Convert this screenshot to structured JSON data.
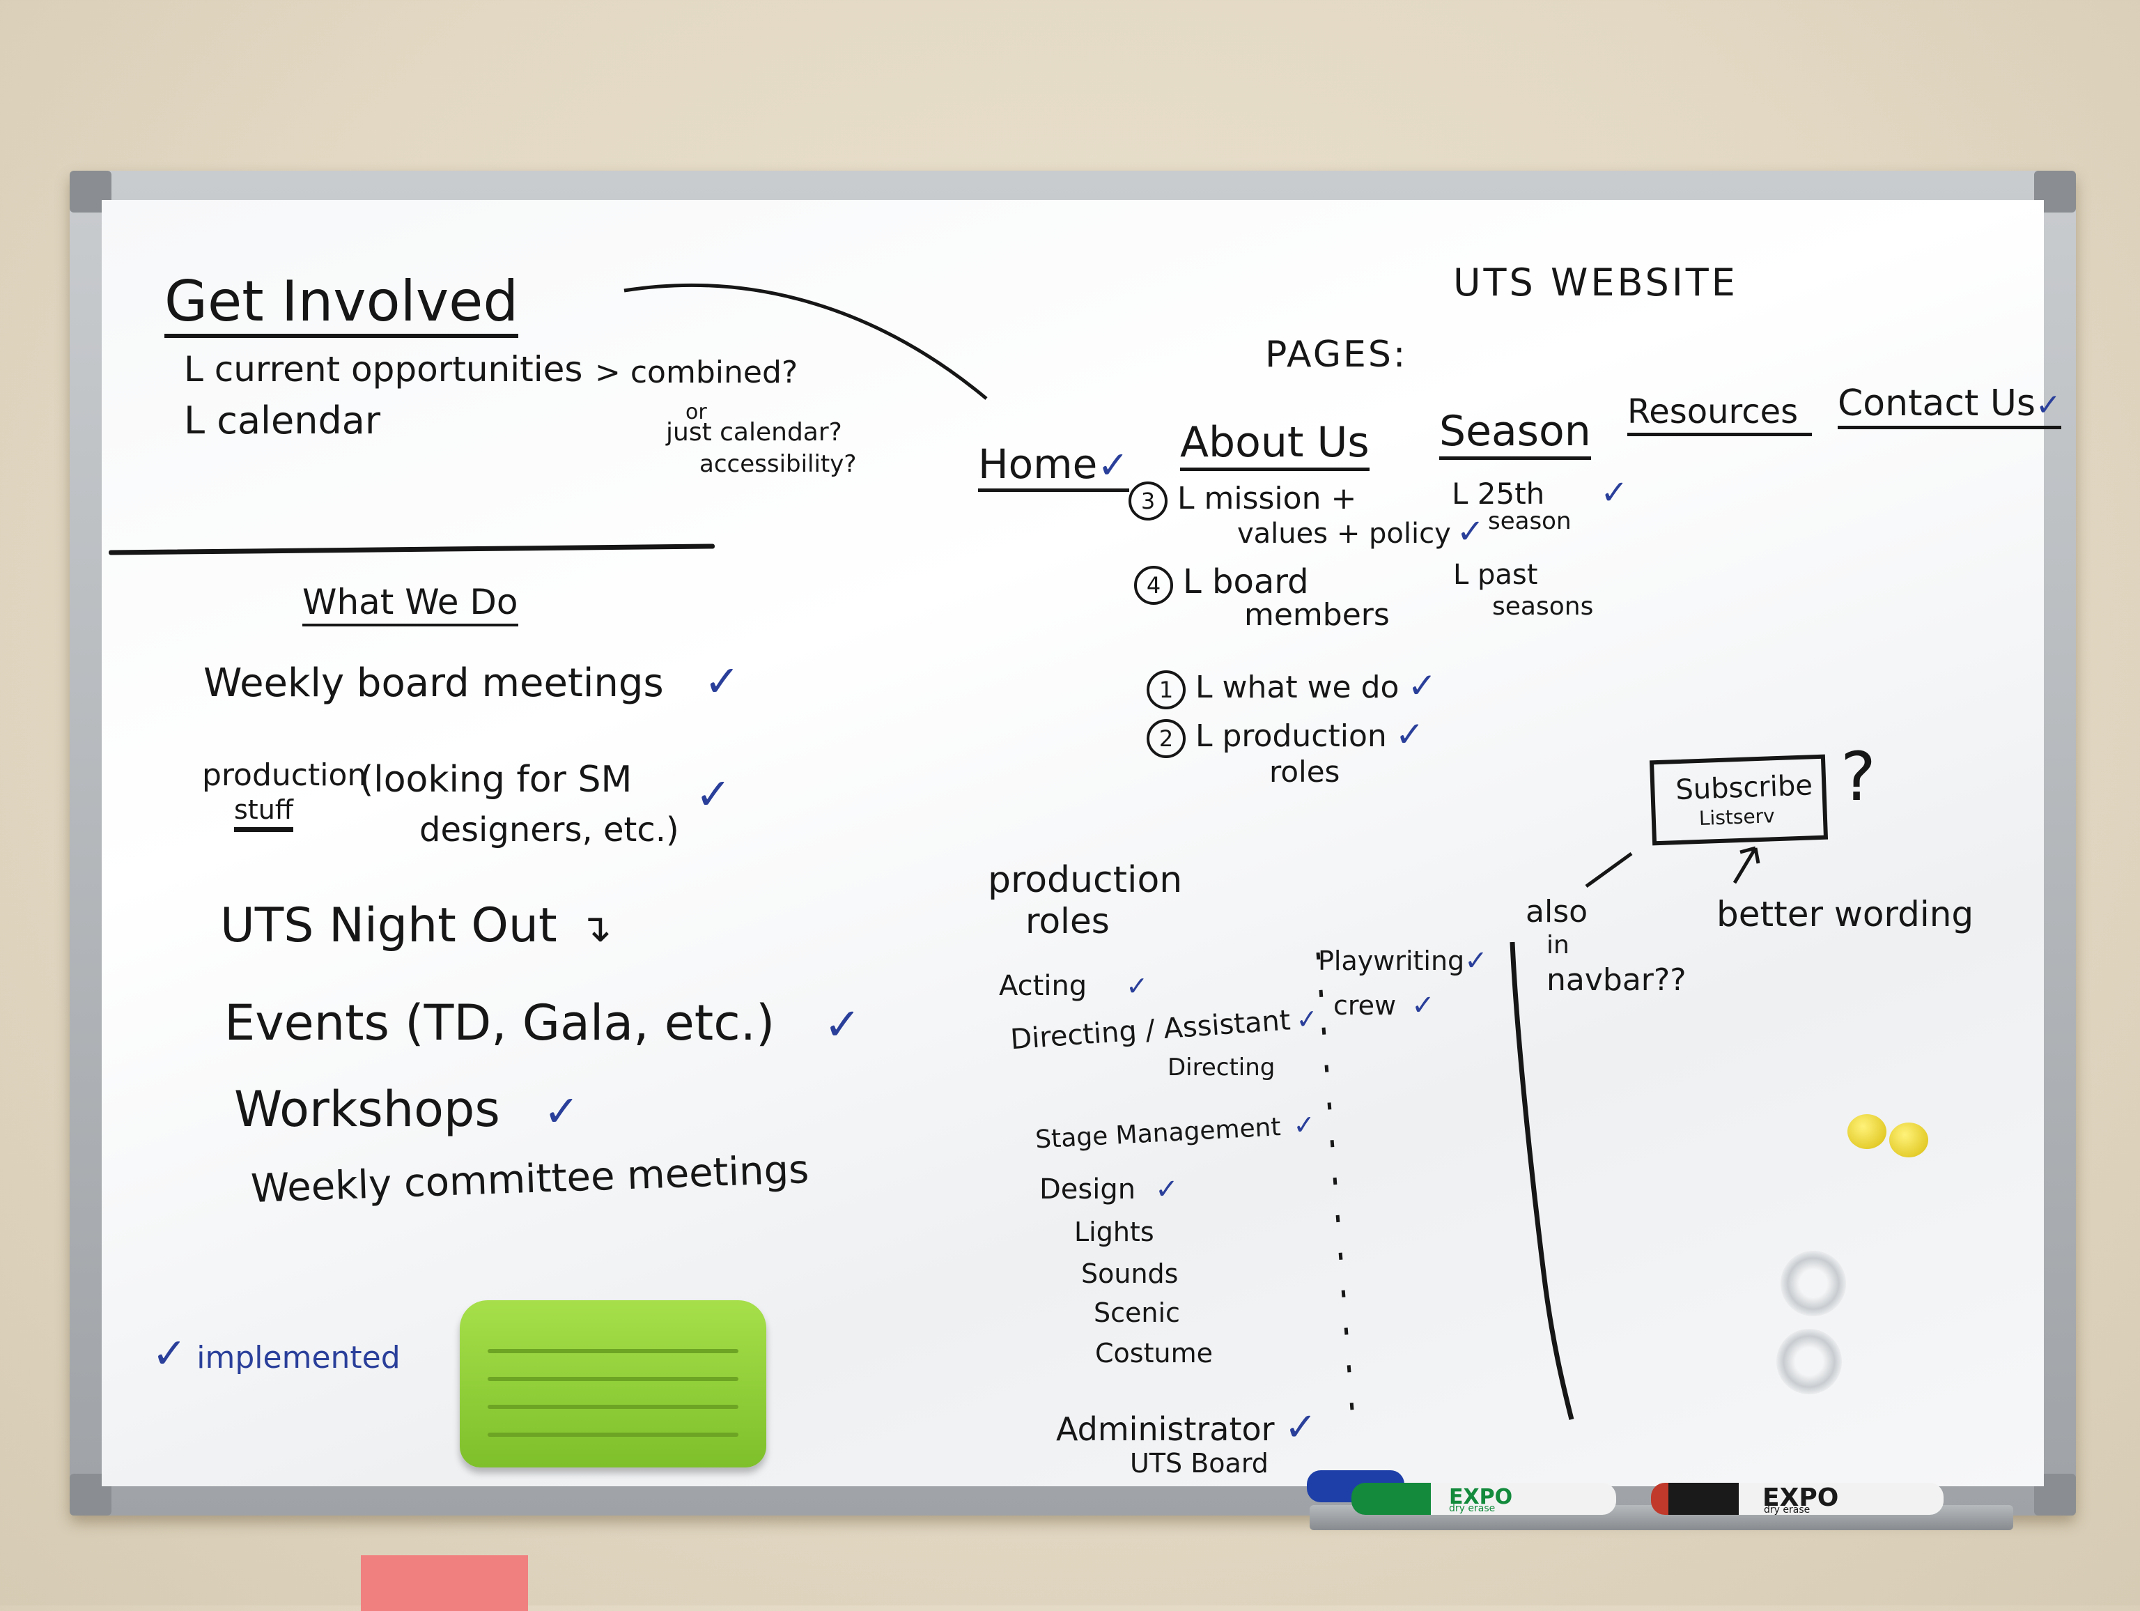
{
  "board": {
    "title": "UTS WEBSITE",
    "pages_label": "PAGES:",
    "get_involved": {
      "heading": "Get Involved",
      "items": [
        "L current opportunities",
        "L calendar"
      ],
      "note_combined": "> combined?",
      "note_or": "or",
      "note_just_calendar": "just calendar?",
      "note_accessibility": "accessibility?"
    },
    "what_we_do": {
      "heading": "What We Do",
      "items": [
        {
          "text": "Weekly board meetings",
          "check": "✓"
        },
        {
          "text": "production",
          "text2": "stuff",
          "detail": "(looking for SM",
          "detail2": "designers, etc.)",
          "check": "✓"
        },
        {
          "text": "UTS Night Out",
          "arrow": "↴"
        },
        {
          "text": "Events (TD, Gala, etc.)",
          "check": "✓"
        },
        {
          "text": "Workshops",
          "check": "✓"
        },
        {
          "text": "Weekly committee meetings"
        }
      ]
    },
    "pages": {
      "home": {
        "label": "Home",
        "check": "✓"
      },
      "about_us": {
        "label": "About Us",
        "items": [
          {
            "num": "3",
            "text": "L mission +",
            "text2": "values + policy",
            "check": "✓"
          },
          {
            "num": "4",
            "text": "L board",
            "text2": "members"
          },
          {
            "num": "1",
            "text": "L what we do",
            "check": "✓"
          },
          {
            "num": "2",
            "text": "L production",
            "text2": "roles",
            "check": "✓"
          }
        ]
      },
      "season": {
        "label": "Season",
        "items": [
          {
            "text": "L 25th",
            "text2": "season",
            "check": "✓"
          },
          {
            "text": "L past",
            "text2": "seasons"
          }
        ]
      },
      "resources": {
        "label": "Resources"
      },
      "contact_us": {
        "label": "Contact Us",
        "check": "✓"
      }
    },
    "subscribe": {
      "line1": "Subscribe",
      "line2": "Listserv",
      "question": "?",
      "better_wording": "better wording",
      "also_navbar_1": "also",
      "also_navbar_2": "in",
      "also_navbar_3": "navbar??"
    },
    "production_roles": {
      "heading_1": "production",
      "heading_2": "roles",
      "left": [
        {
          "text": "Acting",
          "check": "✓"
        },
        {
          "text": "Directing / Assistant",
          "text2": "Directing",
          "check": "✓"
        },
        {
          "text": "Stage Management",
          "check": "✓"
        },
        {
          "text": "Design",
          "check": "✓"
        },
        {
          "text": "Lights"
        },
        {
          "text": "Sounds"
        },
        {
          "text": "Scenic"
        },
        {
          "text": "Costume"
        },
        {
          "text": "Administrator",
          "text2": "UTS Board",
          "check": "✓"
        }
      ],
      "right": [
        {
          "text": "Playwriting",
          "check": "✓"
        },
        {
          "text": "crew",
          "check": "✓"
        }
      ]
    },
    "legend": {
      "check": "✓",
      "text": "implemented"
    },
    "markers": [
      {
        "brand": "EXPO",
        "sub": "dry erase"
      },
      {
        "brand": "EXPO",
        "sub": "dry erase"
      }
    ],
    "colors": {
      "ink_black": "#161616",
      "ink_blue": "#2a3f9a",
      "eraser_green": "#8fd03a",
      "wall": "#e2d8c3",
      "magnet_yellow": "#e8cf1a",
      "sticky_pink": "#f08080"
    }
  }
}
